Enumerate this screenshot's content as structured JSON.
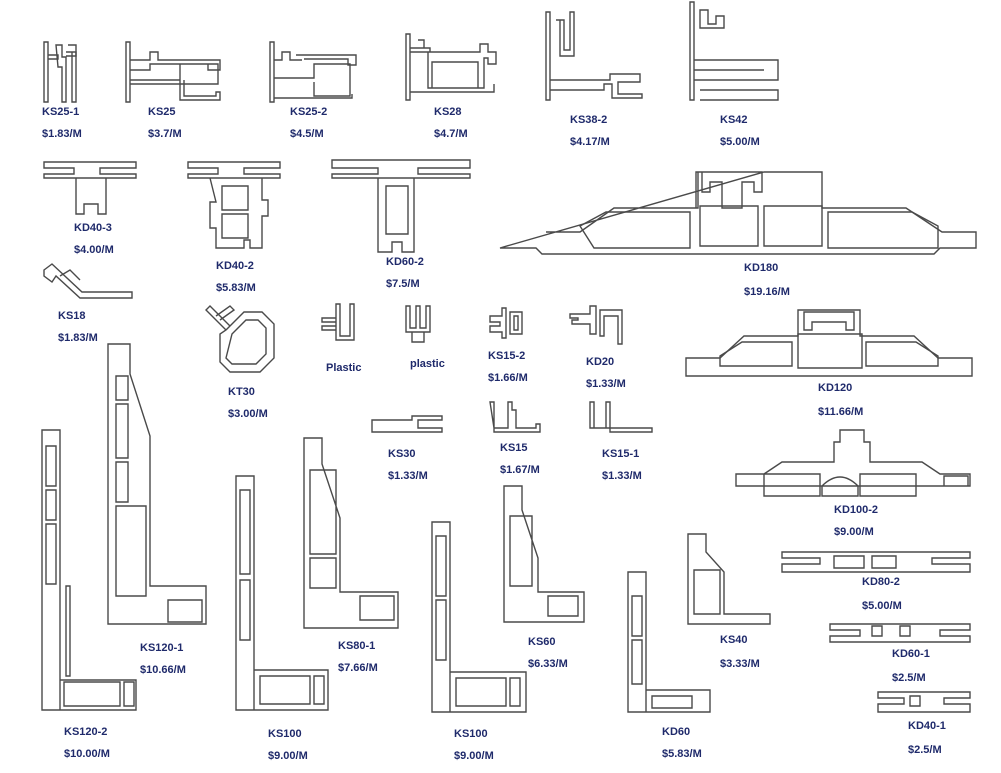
{
  "theme": {
    "label_color": "#1f2a6b",
    "line_color": "#4a4a4a"
  },
  "profiles": [
    {
      "code": "KS25-1",
      "price": "$1.83/M"
    },
    {
      "code": "KS25",
      "price": "$3.7/M"
    },
    {
      "code": "KS25-2",
      "price": "$4.5/M"
    },
    {
      "code": "KS28",
      "price": "$4.7/M"
    },
    {
      "code": "KS38-2",
      "price": "$4.17/M"
    },
    {
      "code": "KS42",
      "price": "$5.00/M"
    },
    {
      "code": "KD40-3",
      "price": "$4.00/M"
    },
    {
      "code": "KD40-2",
      "price": "$5.83/M"
    },
    {
      "code": "KD60-2",
      "price": "$7.5/M"
    },
    {
      "code": "KD180",
      "price": "$19.16/M"
    },
    {
      "code": "KS18",
      "price": "$1.83/M"
    },
    {
      "code": "KT30",
      "price": "$3.00/M"
    },
    {
      "code": "Plastic",
      "price": ""
    },
    {
      "code": "plastic",
      "price": ""
    },
    {
      "code": "KS15-2",
      "price": "$1.66/M"
    },
    {
      "code": "KD20",
      "price": "$1.33/M"
    },
    {
      "code": "KD120",
      "price": "$11.66/M"
    },
    {
      "code": "KS30",
      "price": "$1.33/M"
    },
    {
      "code": "KS15",
      "price": "$1.67/M"
    },
    {
      "code": "KS15-1",
      "price": "$1.33/M"
    },
    {
      "code": "KS120-1",
      "price": "$10.66/M"
    },
    {
      "code": "KS120-2",
      "price": "$10.00/M"
    },
    {
      "code": "KS80-1",
      "price": "$7.66/M"
    },
    {
      "code": "KS100",
      "price": "$9.00/M"
    },
    {
      "code": "KS100",
      "price": "$9.00/M"
    },
    {
      "code": "KS60",
      "price": "$6.33/M"
    },
    {
      "code": "KD100-2",
      "price": "$9.00/M"
    },
    {
      "code": "KD80-2",
      "price": "$5.00/M"
    },
    {
      "code": "KS40",
      "price": "$3.33/M"
    },
    {
      "code": "KD60-1",
      "price": "$2.5/M"
    },
    {
      "code": "KD60",
      "price": "$5.83/M"
    },
    {
      "code": "KD40-1",
      "price": "$2.5/M"
    }
  ]
}
